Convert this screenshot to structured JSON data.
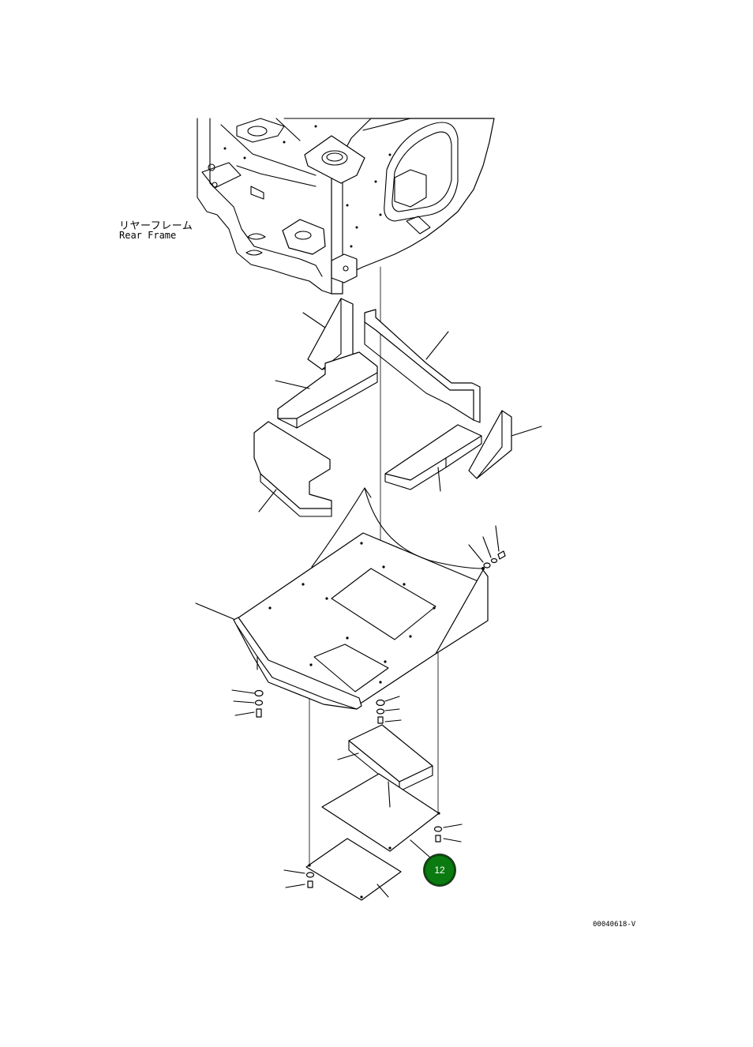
{
  "labels": {
    "rear_frame_jp": "リヤーフレーム",
    "rear_frame_en": "Rear Frame"
  },
  "drawing_id": "00040618-V",
  "callout": {
    "number": "12",
    "color": "#0b7a10"
  }
}
